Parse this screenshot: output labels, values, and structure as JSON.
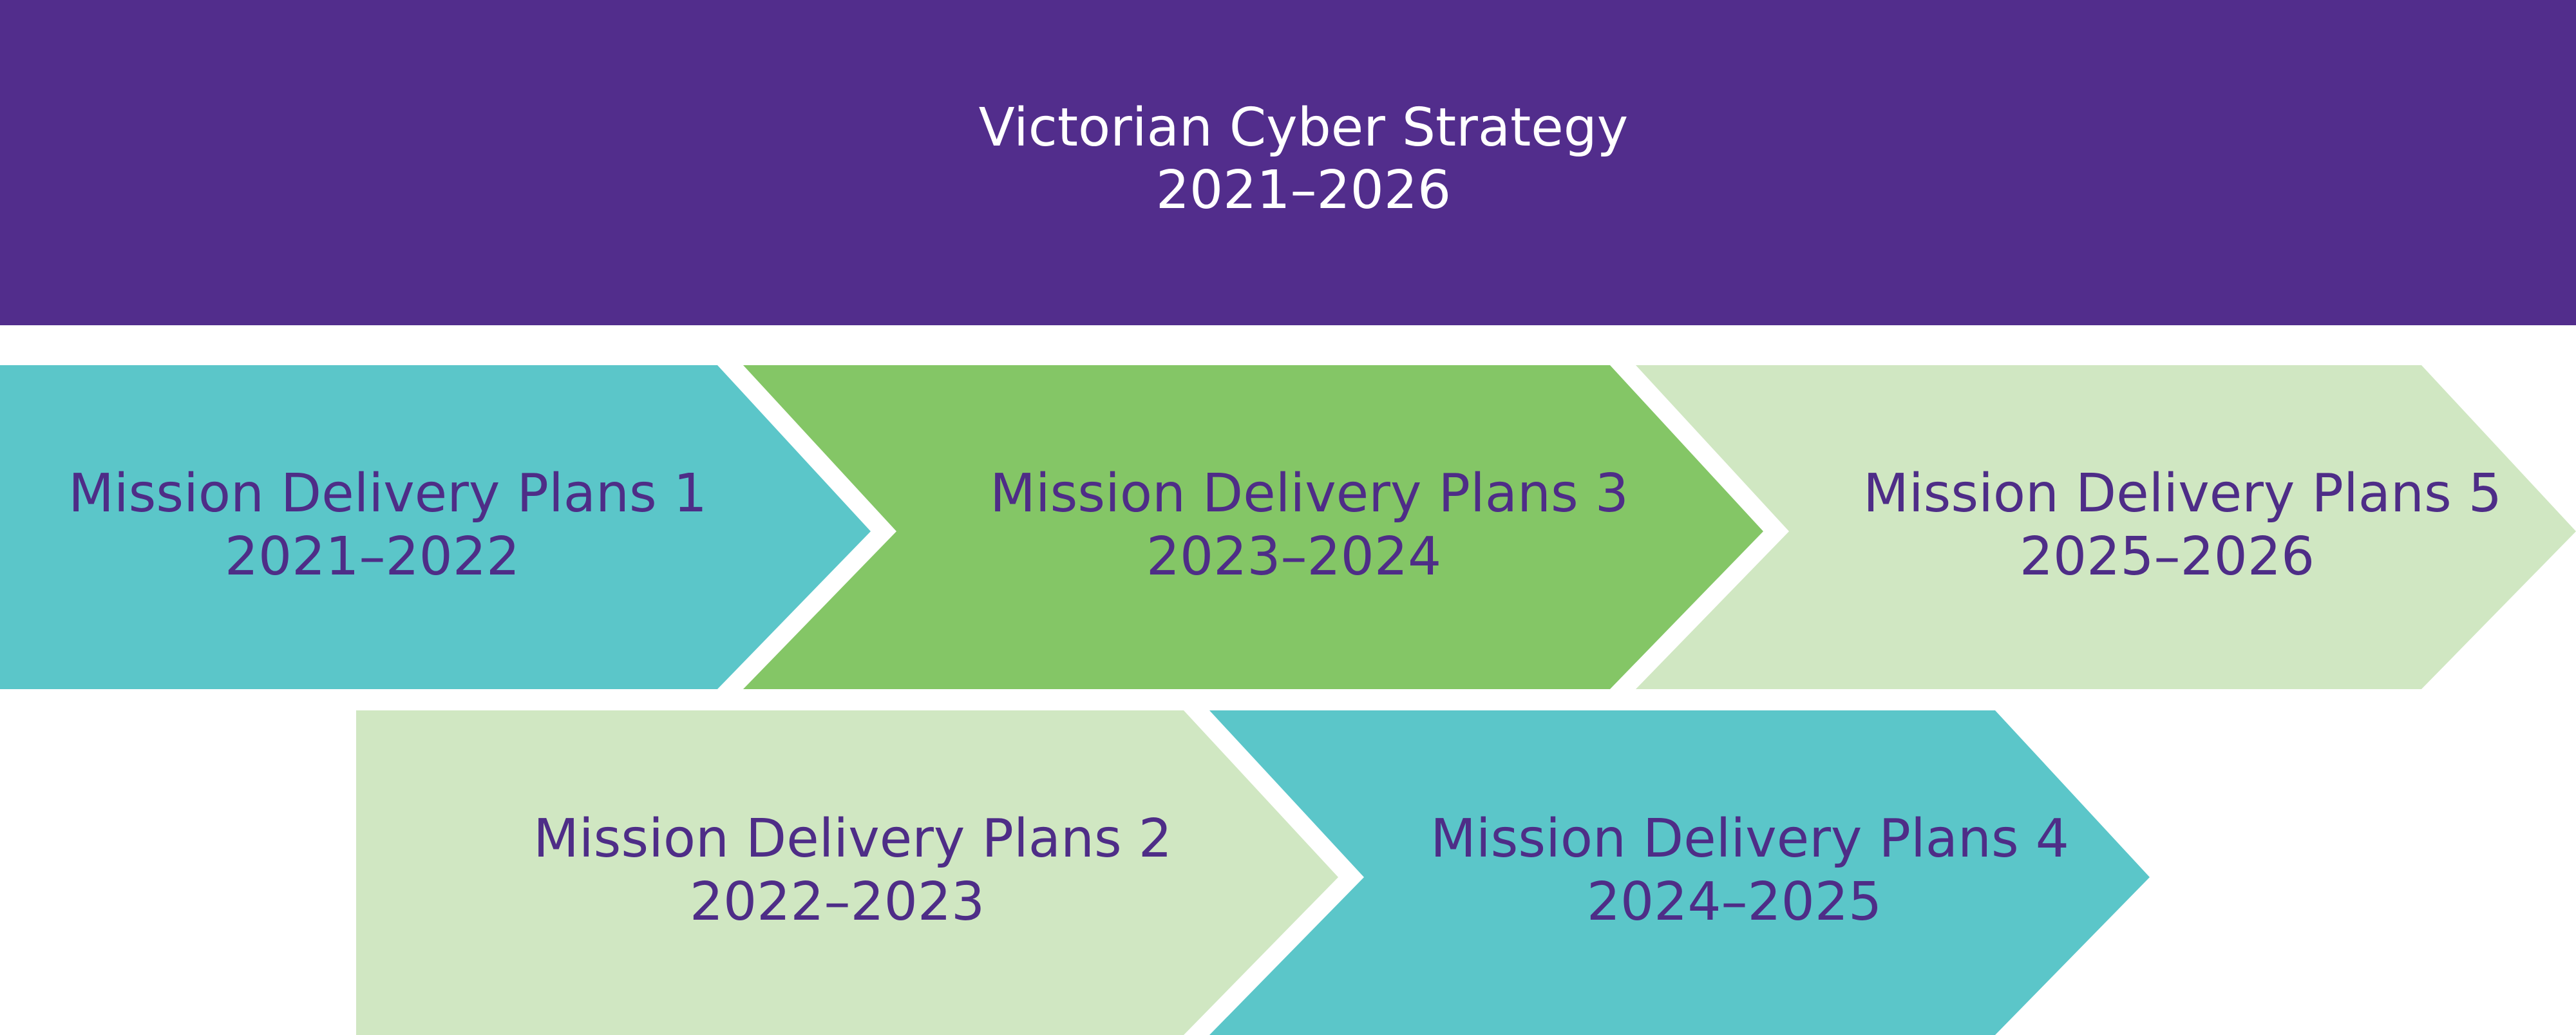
{
  "header": {
    "line1": "Victorian Cyber Strategy",
    "line2": "2021–2026",
    "color": "#522D8C",
    "text_color": "#FFFFFF"
  },
  "plans": [
    {
      "line1": "Mission Delivery Plans 1",
      "line2": "2021–2022",
      "color": "#5BC6C9"
    },
    {
      "line1": "Mission Delivery Plans 2",
      "line2": "2022–2023",
      "color": "#D0E7C2"
    },
    {
      "line1": "Mission Delivery Plans 3",
      "line2": "2023–2024",
      "color": "#84C666"
    },
    {
      "line1": "Mission Delivery Plans 4",
      "line2": "2024–2025",
      "color": "#5BC6C9"
    },
    {
      "line1": "Mission Delivery Plans 5",
      "line2": "2025–2026",
      "color": "#D0E7C2"
    }
  ],
  "plan_text_color": "#4E2D87"
}
